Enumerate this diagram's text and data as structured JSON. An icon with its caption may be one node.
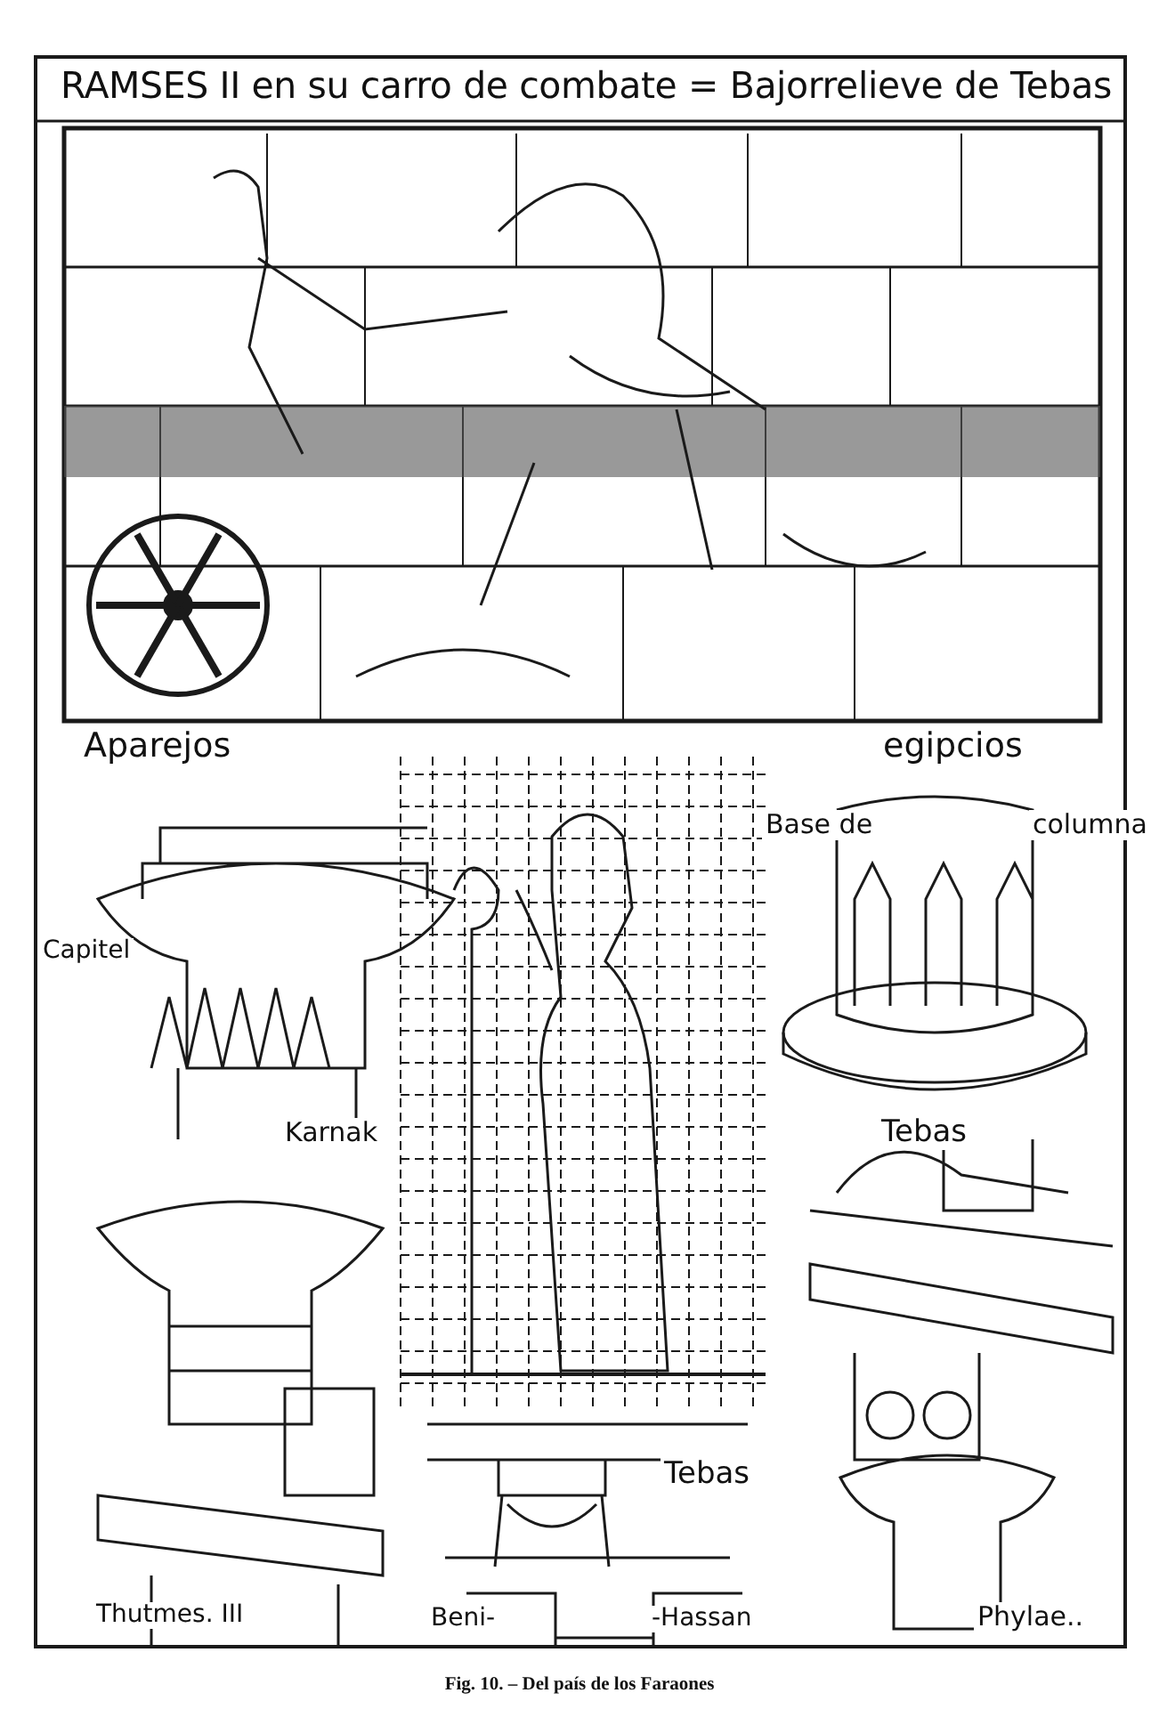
{
  "diagram": {
    "title": "RAMSES II en su carro de combate = Bajorrelieve de Tebas",
    "caption": "Fig. 10. – Del país de los Faraones",
    "labels": [
      "Aparejos",
      "egipcios",
      "Base de",
      "columna",
      "Capitel",
      "Karnak",
      "Tebas",
      "Tebas",
      "Thutmes. III",
      "Beni-",
      "-Hassan",
      "Phylae.."
    ]
  }
}
